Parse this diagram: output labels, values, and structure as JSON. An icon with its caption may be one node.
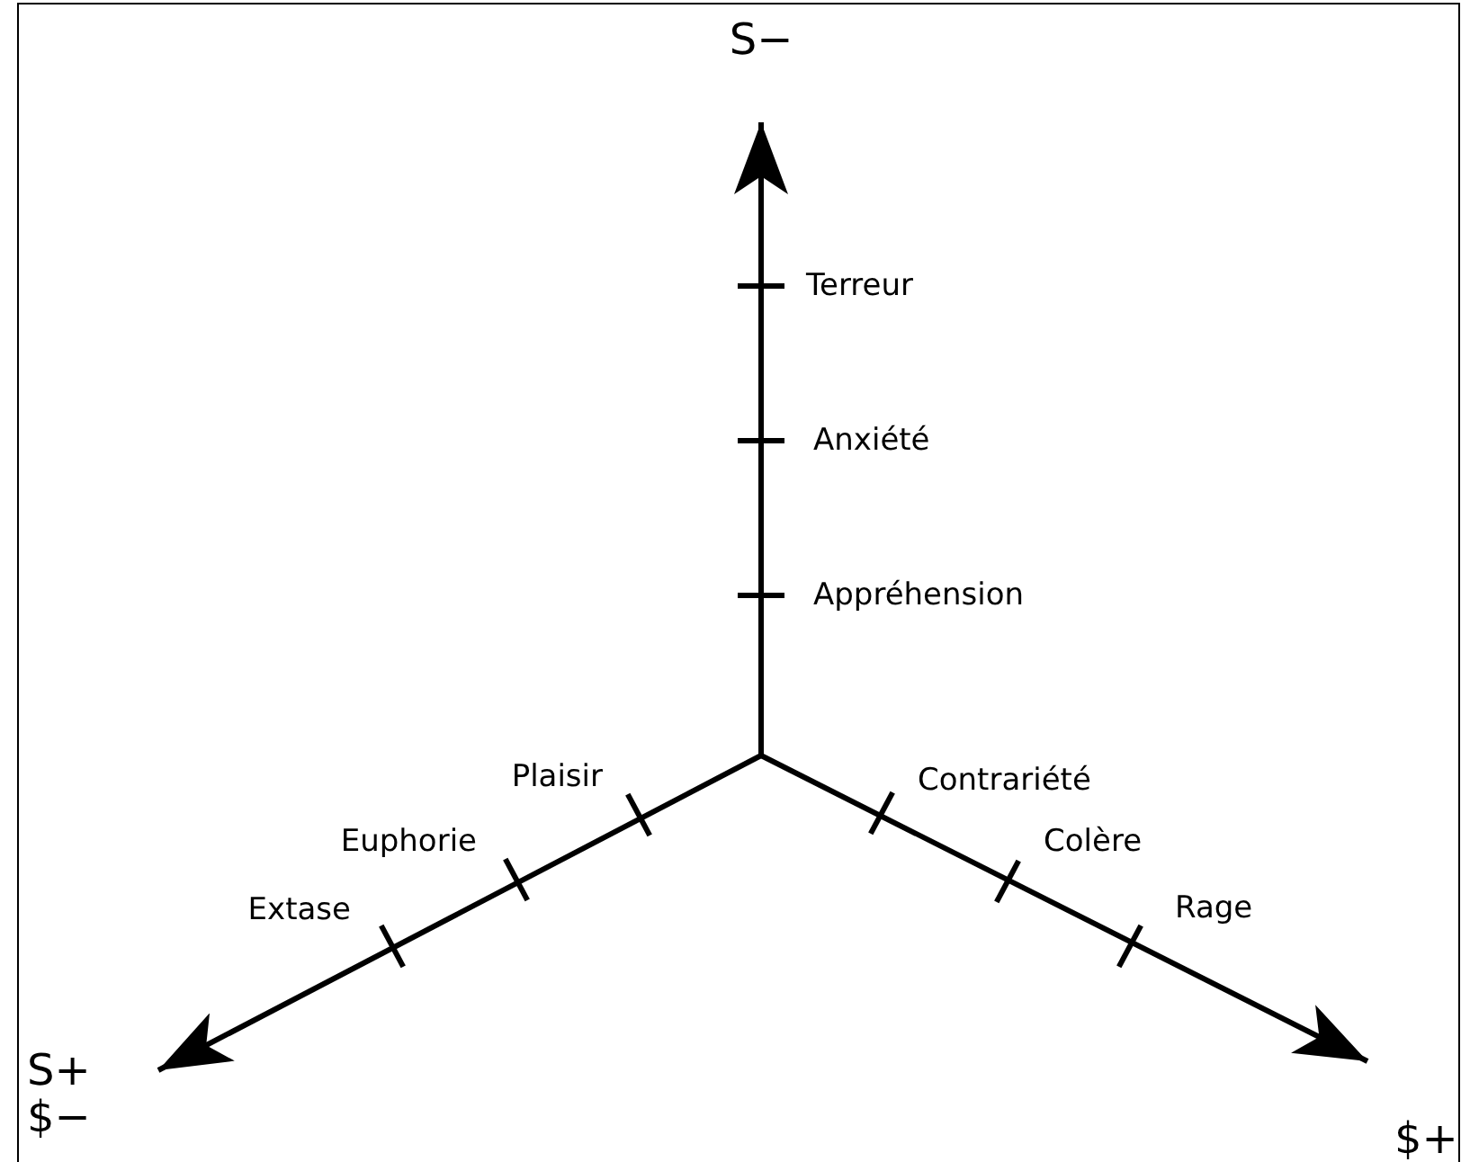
{
  "diagram": {
    "labels": [
      "S−",
      "Terreur",
      "Anxiété",
      "Appréhension",
      "Plaisir",
      "Contrariété",
      "Euphorie",
      "Colère",
      "Extase",
      "Rage",
      "S+ $−",
      "$+"
    ]
  }
}
